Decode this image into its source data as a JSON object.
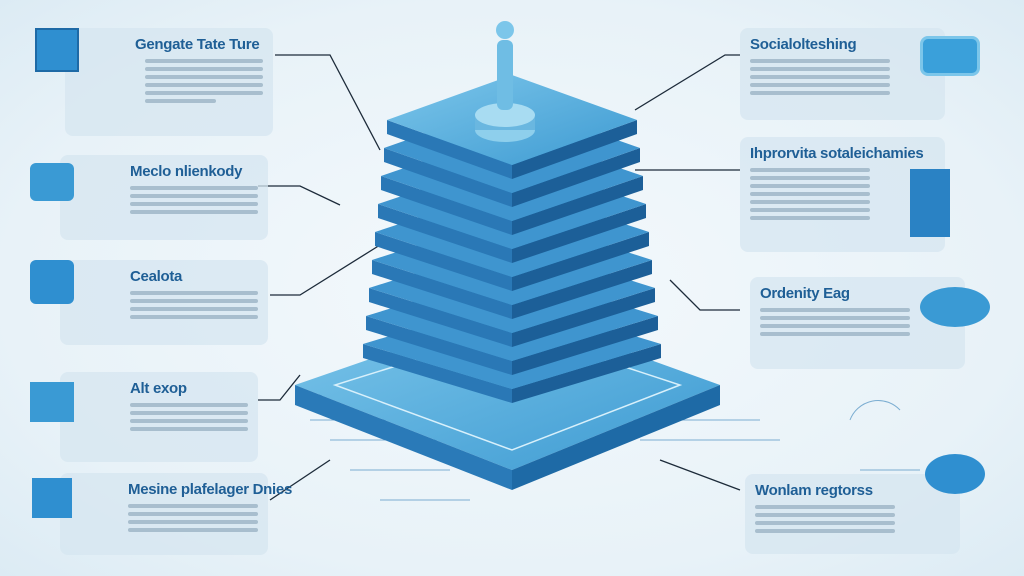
{
  "left_cards": [
    {
      "title": "Gengate Tate Ture"
    },
    {
      "title": "Meclo nlienkody"
    },
    {
      "title": "Cealota"
    },
    {
      "title": "Alt exop"
    },
    {
      "title": "Mesine plafelager Dnies"
    }
  ],
  "right_cards": [
    {
      "title": "Socialolteshing"
    },
    {
      "title": "Ihprorvita sotaleichamies"
    },
    {
      "title": "Ordenity Eag"
    },
    {
      "title": "Wonlam regtorss"
    }
  ],
  "colors": {
    "accent": "#2a8fcf",
    "heading": "#1f5f96",
    "card": "#d6e6f0"
  }
}
